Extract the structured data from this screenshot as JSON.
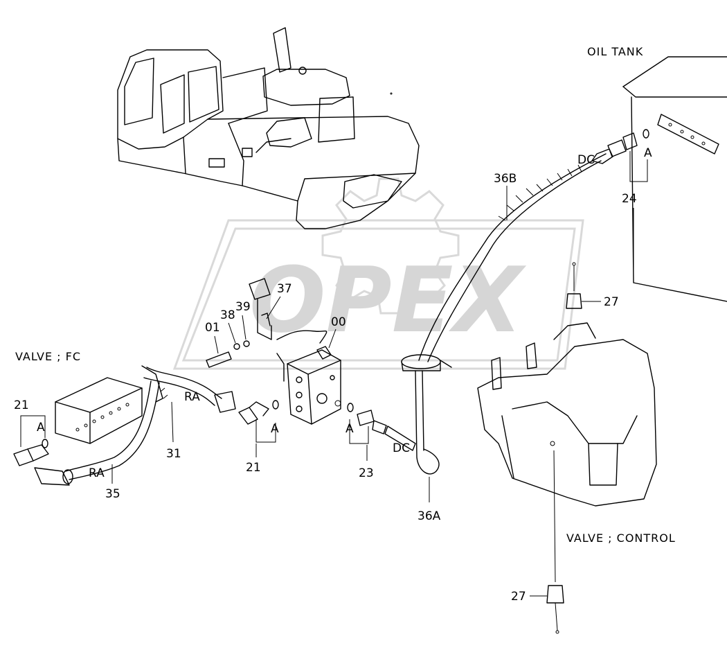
{
  "labels": {
    "oil_tank": "OIL TANK",
    "valve_fc": "VALVE ; FC",
    "valve_control": "VALVE ; CONTROL",
    "a": "A",
    "ra": "RA",
    "dc": "DC"
  },
  "parts": {
    "p00": "00",
    "p01": "01",
    "p21": "21",
    "p23": "23",
    "p24": "24",
    "p27": "27",
    "p31": "31",
    "p35": "35",
    "p36a": "36A",
    "p36b": "36B",
    "p37": "37",
    "p38": "38",
    "p39": "39"
  },
  "watermark": "OPEX"
}
